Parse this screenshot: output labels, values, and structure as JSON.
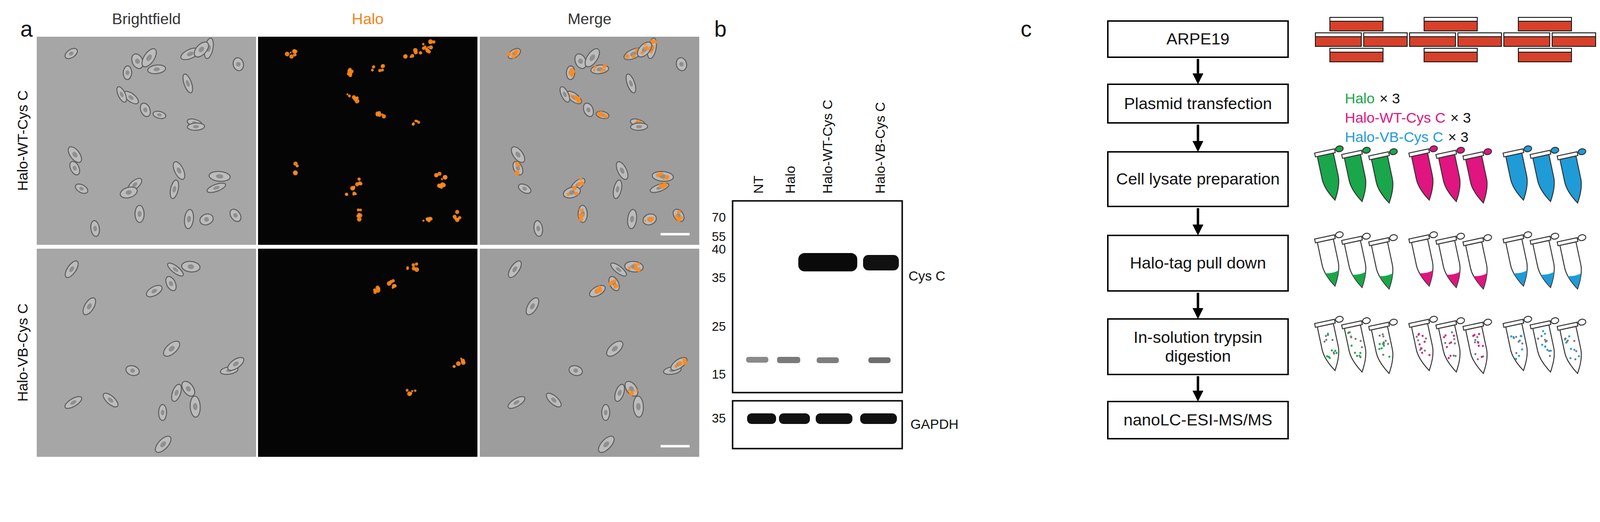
{
  "diagram": {
    "nodes": [
      {
        "text": [
          "ARPE19"
        ]
      },
      {
        "text": [
          "Plasmid transfection"
        ]
      },
      {
        "text": [
          "Cell lysate preparation"
        ]
      },
      {
        "text": [
          "Halo-tag pull down"
        ]
      },
      {
        "text": [
          "In-solution trypsin digestion"
        ]
      },
      {
        "text": [
          "nanoLC-ESI-MS/MS"
        ]
      }
    ],
    "edges": [
      {
        "from": 0,
        "to": 1,
        "arrow": "to"
      },
      {
        "from": 1,
        "to": 2,
        "arrow": "to"
      },
      {
        "from": 2,
        "to": 3,
        "arrow": "to"
      },
      {
        "from": 3,
        "to": 4,
        "arrow": "to"
      },
      {
        "from": 4,
        "to": 5,
        "arrow": "to"
      }
    ],
    "labels": [
      "a",
      "Brightfield",
      "Halo",
      "Merge",
      "Halo-WT-Cys C",
      "Halo-VB-Cys C",
      "b",
      "NT",
      "Halo",
      "Halo-WT-Cys C",
      "Halo-VB-Cys C",
      "70",
      "55",
      "40",
      "35",
      "25",
      "15",
      "Cys C",
      "35",
      "GAPDH",
      "c",
      "Halo",
      "× 3",
      "Halo-WT-Cys C",
      "× 3",
      "Halo-VB-Cys C",
      "× 3"
    ]
  }
}
